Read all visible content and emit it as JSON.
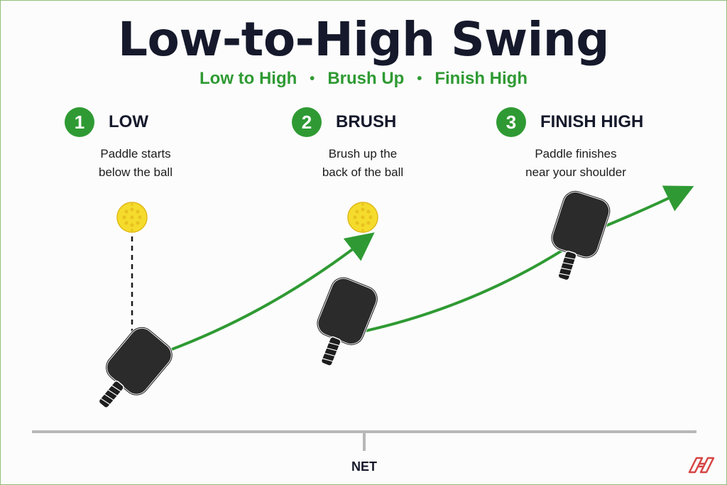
{
  "title": "Low-to-High Swing",
  "subtitle": {
    "part1": "Low to High",
    "part2": "Brush Up",
    "part3": "Finish High",
    "separator": "•"
  },
  "steps": [
    {
      "number": "1",
      "title": "LOW",
      "desc_line1": "Paddle starts",
      "desc_line2": "below the ball"
    },
    {
      "number": "2",
      "title": "BRUSH",
      "desc_line1": "Brush up the",
      "desc_line2": "back of the ball"
    },
    {
      "number": "3",
      "title": "FINISH HIGH",
      "desc_line1": "Paddle finishes",
      "desc_line2": "near your shoulder"
    }
  ],
  "net_label": "NET",
  "colors": {
    "accent_green": "#2f9a33",
    "title_dark": "#15192b",
    "ball_yellow": "#f5dc2c",
    "paddle_black": "#2b2b2b",
    "net_gray": "#b8b8b8"
  }
}
